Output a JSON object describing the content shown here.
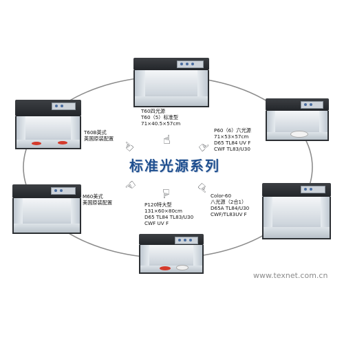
{
  "title": "标准光源系列",
  "watermark": "www.texnet.com.cn",
  "colors": {
    "title": "#1f4f8f",
    "cabinet_frame": "#2b2e32",
    "ring": "#8c8c8c"
  },
  "cabinets": [
    {
      "id": "t60-5",
      "lines": [
        "T60四光源",
        "T60（5）标准型",
        "71×40.5×57cm"
      ]
    },
    {
      "id": "t60b",
      "lines": [
        "T60B英式",
        "英国原装配置"
      ]
    },
    {
      "id": "p60-6",
      "lines": [
        "P60（6）六光源",
        "71×53×57cm",
        "D65 TL84 UV F",
        "CWF TL83/U30"
      ]
    },
    {
      "id": "m60",
      "lines": [
        "M60美式",
        "美国原装配置"
      ]
    },
    {
      "id": "color60",
      "lines": [
        "Color-60",
        "八光源（2合1）",
        "D65A TL84/U30",
        "CWF/TL83UV F"
      ]
    },
    {
      "id": "p120",
      "lines": [
        "P120特大型",
        "131×60×80cm",
        "D65 TL84 TL83/U30",
        "CWF UV F"
      ]
    }
  ],
  "icons": [
    "pointing-hand-icon"
  ]
}
